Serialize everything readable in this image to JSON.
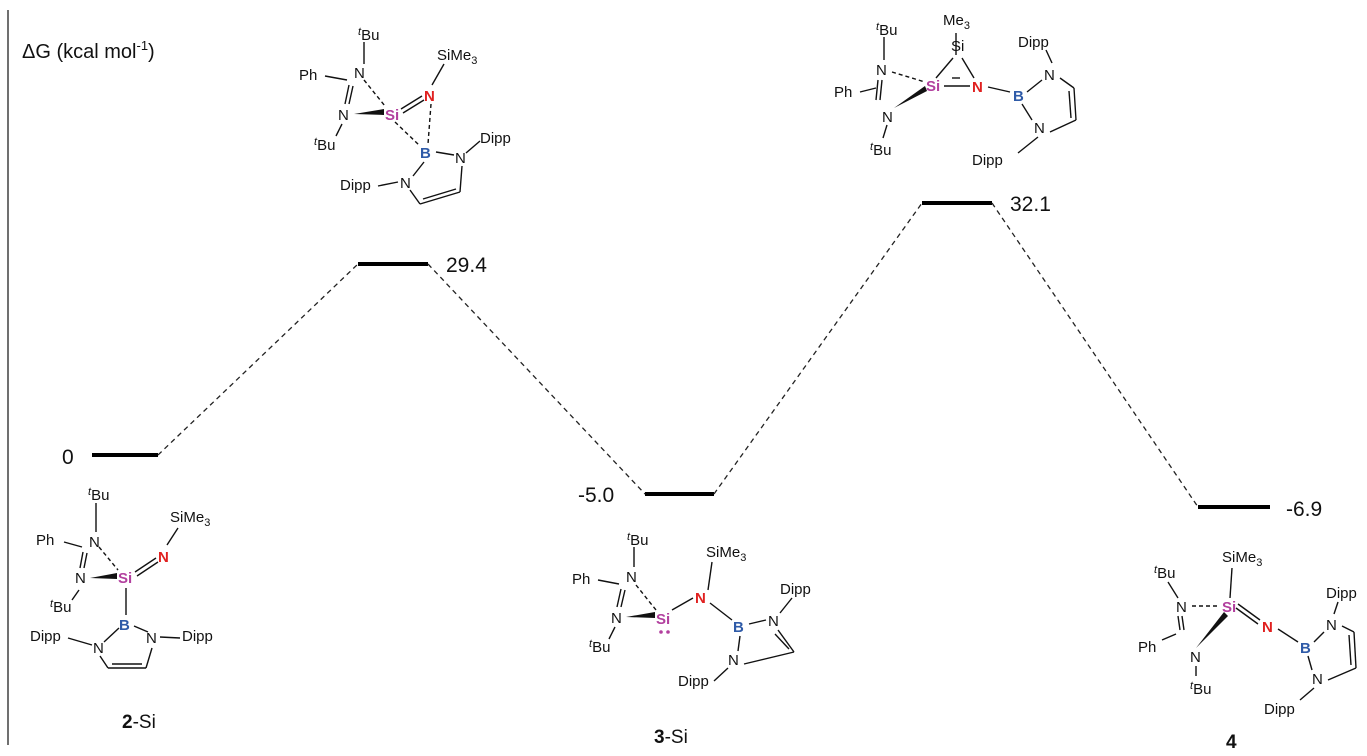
{
  "axis": {
    "label_prefix": "ΔG (kcal mol",
    "label_exp": "-1",
    "label_suffix": ")"
  },
  "levels": [
    {
      "id": "2-Si",
      "value": "0",
      "number": "2",
      "suffix": "-Si"
    },
    {
      "id": "TS1",
      "value": "29.4"
    },
    {
      "id": "3-Si",
      "value": "-5.0",
      "number": "3",
      "suffix": "-Si"
    },
    {
      "id": "TS2",
      "value": "32.1"
    },
    {
      "id": "4",
      "value": "-6.9",
      "number": "4",
      "suffix": ""
    }
  ],
  "atoms": {
    "tbu": "Bu",
    "t": "t",
    "ph": "Ph",
    "si": "Si",
    "n": "N",
    "b": "B",
    "dipp": "Dipp",
    "sime3": "SiMe",
    "three": "3",
    "me3": "Me"
  },
  "colors": {
    "si": "#b23f9e",
    "n_red": "#e0201f",
    "b": "#2f5ba8",
    "level": "#000000"
  }
}
